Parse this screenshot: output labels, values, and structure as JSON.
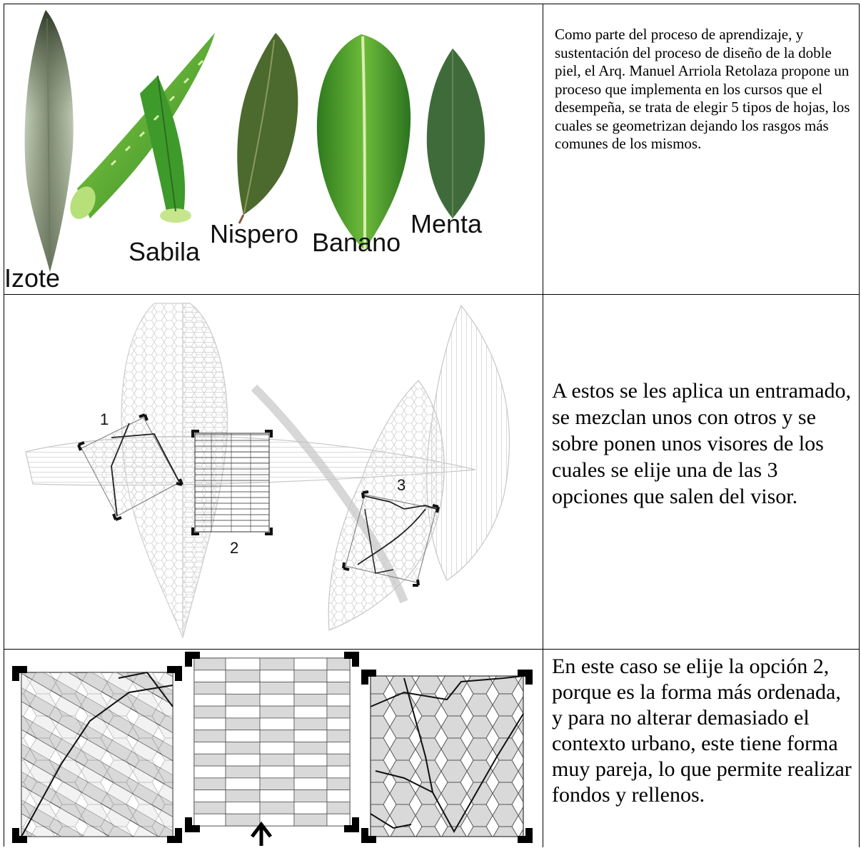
{
  "row1": {
    "labels": {
      "izote": "Izote",
      "sabila": "Sabila",
      "nispero": "Nispero",
      "banano": "Banano",
      "menta": "Menta"
    },
    "text": "Como parte del proceso de aprendizaje, y sustentación del proceso de diseño de la doble piel, el Arq. Manuel Arriola Retolaza propone un proceso que implementa en los cursos que el desempeña, se trata de elegir 5 tipos de hojas, los cuales se geometrizan dejando los rasgos más comunes de los mismos."
  },
  "row2": {
    "viewer_labels": {
      "one": "1",
      "two": "2",
      "three": "3"
    },
    "text": "A estos se les aplica un entramado, se mezclan unos con otros y se sobre ponen unos visores de los cuales se elije una de las 3 opciones que salen del visor."
  },
  "row3": {
    "text": "En este caso se elije la opción 2, porque es la forma más ordenada, y para no alterar demasiado el contexto urbano, este tiene forma muy pareja, lo que permite realizar fondos y rellenos."
  },
  "colors": {
    "border": "#000000",
    "leaf_dark": "#3f6b2a",
    "leaf_green": "#4f9a2e",
    "grid_gray": "#c8c8c8",
    "fill_gray": "#d9d9d9"
  }
}
